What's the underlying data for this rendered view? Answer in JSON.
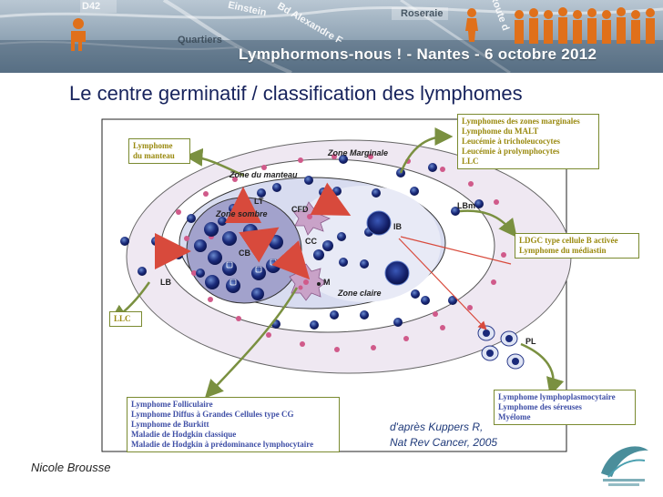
{
  "banner": {
    "title": "Lymphormons-nous ! - Nantes - 6 octobre 2012",
    "map_labels": [
      "D42",
      "Einstein",
      "Roseraie",
      "Route d",
      "Quartiers",
      "Bd Alexandre F"
    ]
  },
  "slide_title": "Le centre germinatif / classification des lymphomes",
  "zones": {
    "marginale": "Zone Marginale",
    "manteau": "Zone du manteau",
    "sombre": "Zone sombre",
    "claire": "Zone claire"
  },
  "cells": {
    "lt": "LT",
    "cfd": "CFD",
    "cc": "CC",
    "cb": "CB",
    "ib": "IB",
    "lbm": "LBm",
    "lb": "LB",
    "m": "M",
    "pl": "PL"
  },
  "boxes": {
    "manteau": [
      "Lymphome",
      "du manteau"
    ],
    "marginales": [
      "Lymphomes des zones marginales",
      "Lymphome du MALT",
      "Leucémie à tricholeucocytes",
      "Leucémie à prolymphocytes",
      "LLC"
    ],
    "ldgc": [
      "LDGC type cellule B activée",
      "Lymphome du médiastin"
    ],
    "llc": [
      "LLC"
    ],
    "folliculaire": [
      "Lymphome Folliculaire",
      "Lymphome Diffus à Grandes Cellules type CG",
      "Lymphome de Burkitt",
      "Maladie de Hodgkin classique",
      "Maladie de Hodgkin à prédominance lymphocytaire"
    ],
    "lymphoplasmo": [
      "Lymphome lymphoplasmocytaire",
      "Lymphome des séreuses",
      "Myélome"
    ]
  },
  "citation": [
    "d'après Kuppers R,",
    "Nat Rev Cancer, 2005"
  ],
  "author": "Nicole Brousse",
  "colors": {
    "title": "#17235c",
    "box_text": "#9a8a10",
    "box_text_blue": "#3f4fa6",
    "arrow_green": "#7a9040",
    "arrow_red": "#d84a3c",
    "cell_blue": "#1a2a7a",
    "dot_pink": "#d05a8a"
  }
}
